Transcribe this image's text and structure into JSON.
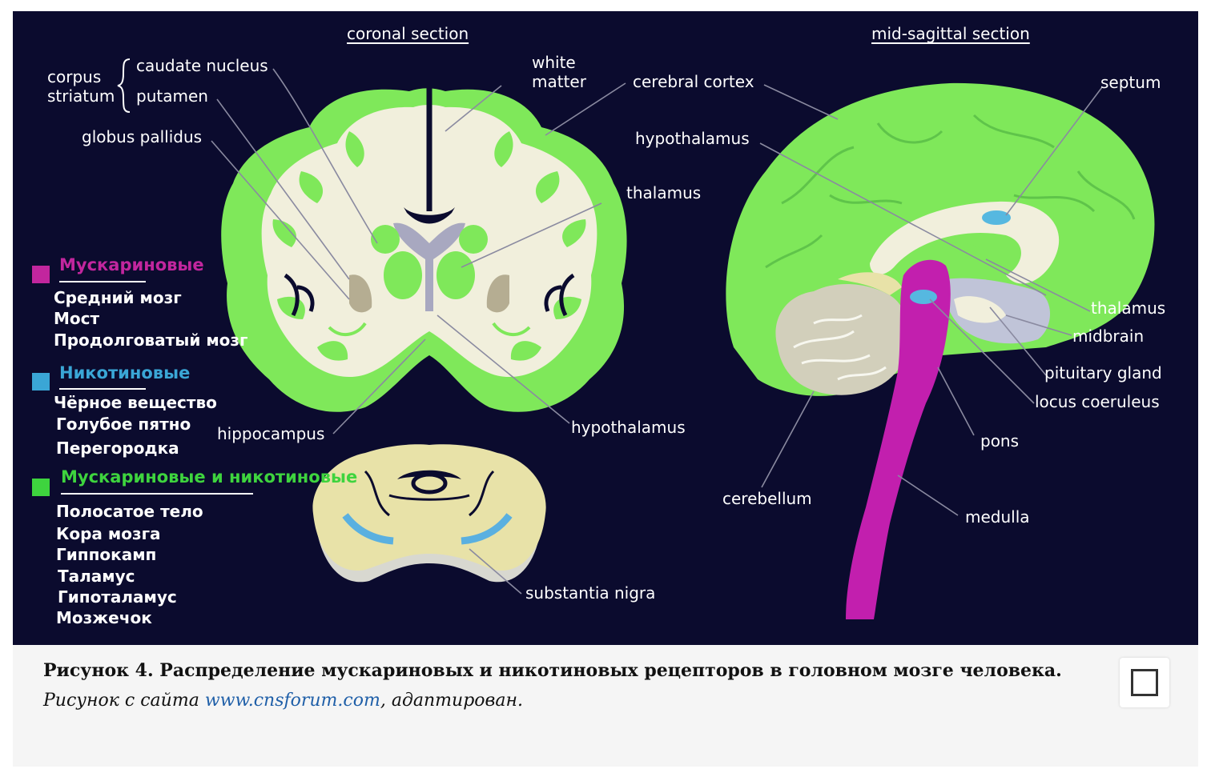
{
  "diagram": {
    "section_titles": {
      "coronal": "coronal section",
      "sagittal": "mid-sagittal section"
    },
    "labels": {
      "corpus_striatum": "corpus\nstriatum",
      "caudate_nucleus": "caudate nucleus",
      "putamen": "putamen",
      "globus_pallidus": "globus pallidus",
      "white_matter": "white\nmatter",
      "cerebral_cortex": "cerebral cortex",
      "hypothalamus_top": "hypothalamus",
      "thalamus_mid": "thalamus",
      "hippocampus": "hippocampus",
      "hypothalamus_bottom": "hypothalamus",
      "substantia_nigra": "substantia nigra",
      "septum": "septum",
      "thalamus_right": "thalamus",
      "midbrain": "midbrain",
      "pituitary_gland": "pituitary gland",
      "locus_coeruleus": "locus coeruleus",
      "pons": "pons",
      "cerebellum": "cerebellum",
      "medulla": "medulla"
    }
  },
  "legend": {
    "groups": [
      {
        "title": "Мускариновые",
        "color": "#c2269e",
        "items": [
          "Средний мозг",
          "Мост",
          "Продолговатый мозг"
        ]
      },
      {
        "title": "Никотиновые",
        "color": "#3aa6d6",
        "items": [
          "Чёрное вещество",
          "Голубое пятно",
          "Перегородка"
        ]
      },
      {
        "title": "Мускариновые и никотиновые",
        "color": "#3ed43e",
        "items": [
          "Полосатое тело",
          "Кора мозга",
          "Гиппокамп",
          "Таламус",
          "Гипоталамус",
          "Мозжечок"
        ]
      }
    ]
  },
  "colors": {
    "background": "#0b0b2e",
    "cortex_green": "#7fe85a",
    "white_matter": "#f1efdc",
    "brainstem_magenta": "#c21fae",
    "nicotinic_blue": "#56b8e0",
    "gray_structures": "#a8a8c0"
  },
  "caption": {
    "bold": "Рисунок 4. Распределение мускариновых и никотиновых рецепторов в головном мозге человека.",
    "italic_before": " Рисунок с сайта ",
    "link": "www.cnsforum.com",
    "italic_after": ", адаптирован."
  },
  "icons": {
    "fullscreen": "fullscreen-icon"
  }
}
